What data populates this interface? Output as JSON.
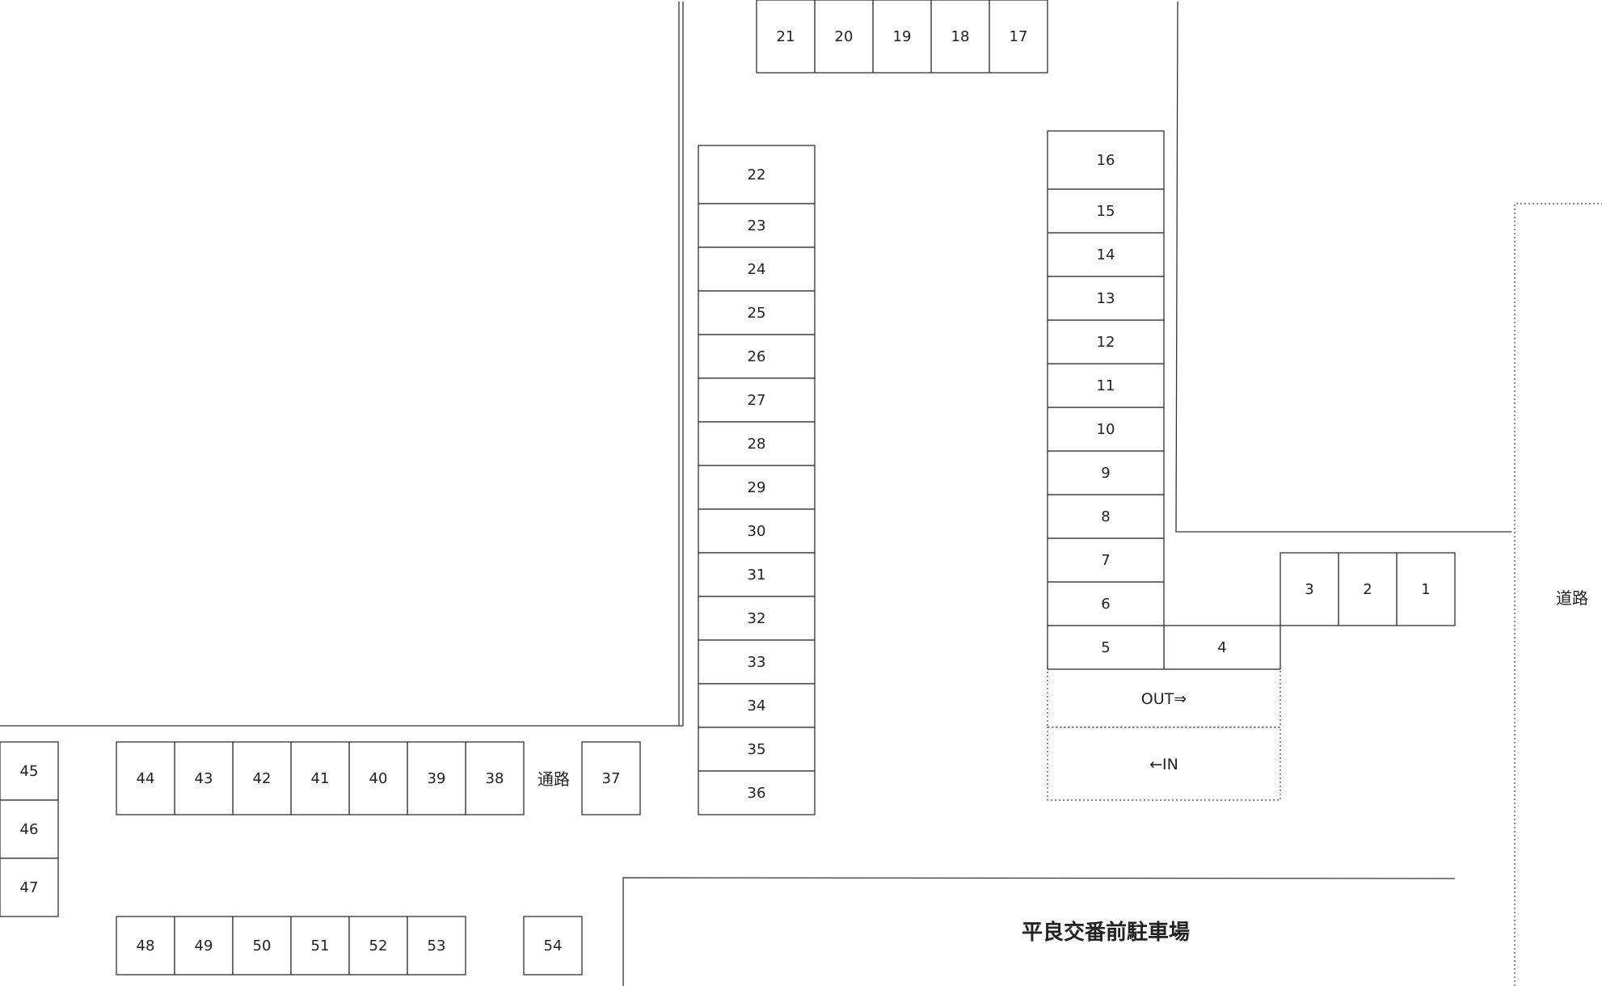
{
  "title": "平良交番前駐車場",
  "aisle_label": "通路",
  "road_label": "道路",
  "exit_label": "OUT⇒",
  "entrance_label": "←IN",
  "stalls": [
    "1",
    "2",
    "3",
    "4",
    "5",
    "6",
    "7",
    "8",
    "9",
    "10",
    "11",
    "12",
    "13",
    "14",
    "15",
    "16",
    "17",
    "18",
    "19",
    "20",
    "21",
    "22",
    "23",
    "24",
    "25",
    "26",
    "27",
    "28",
    "29",
    "30",
    "31",
    "32",
    "33",
    "34",
    "35",
    "36",
    "37",
    "38",
    "39",
    "40",
    "41",
    "42",
    "43",
    "44",
    "45",
    "46",
    "47",
    "48",
    "49",
    "50",
    "51",
    "52",
    "53",
    "54"
  ]
}
